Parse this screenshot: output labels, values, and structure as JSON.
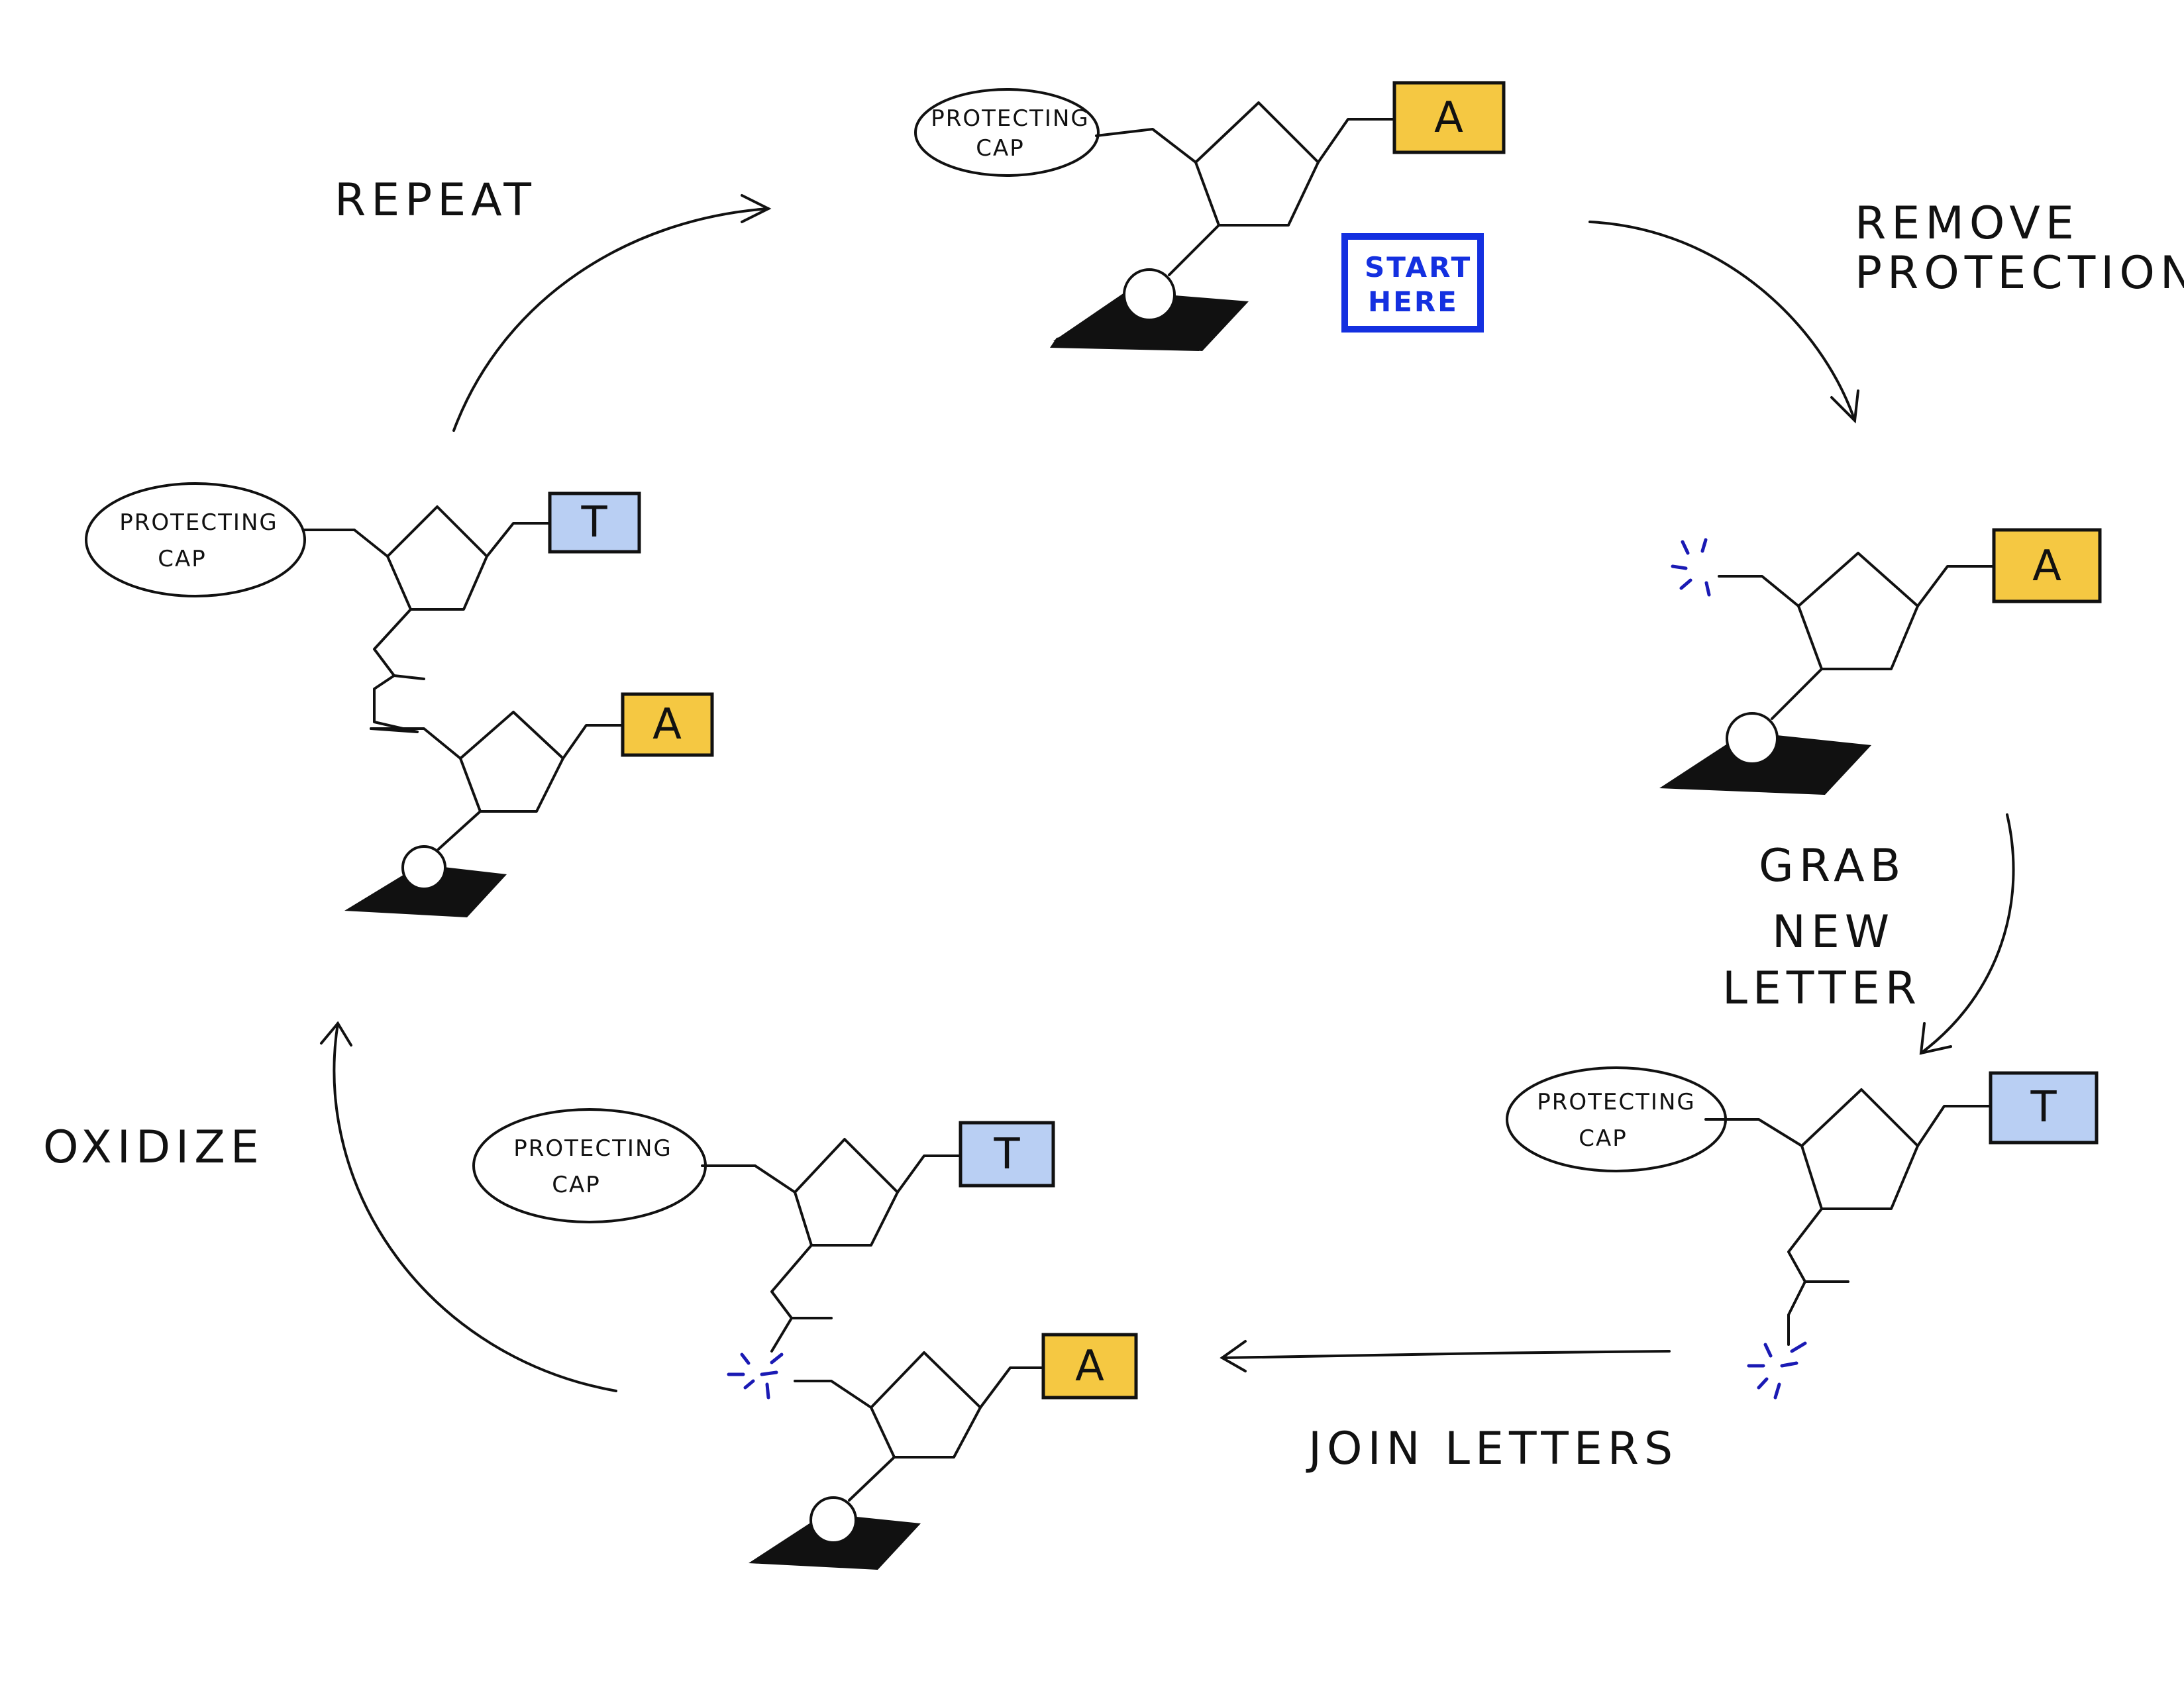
{
  "diagram": {
    "cap_text_line1": "PROTECTING",
    "cap_text_line2": "CAP",
    "start_label_line1": "START",
    "start_label_line2": "HERE",
    "steps": {
      "remove_line1": "REMOVE",
      "remove_line2": "PROTECTION",
      "grab_line1": "GRAB",
      "grab_line2": "NEW",
      "grab_line3": "LETTER",
      "join": "JOIN LETTERS",
      "oxidize": "OXIDIZE",
      "repeat": "REPEAT"
    },
    "letters": {
      "start_base": "A",
      "deprotected_base": "A",
      "new_letter": "T",
      "joined_top": "T",
      "joined_bottom": "A",
      "oxidized_top": "T",
      "oxidized_bottom": "A"
    },
    "colors": {
      "base_A": "#f5c842",
      "base_T": "#b9cff3",
      "start_box": "#1430e0",
      "spark": "#1a1ab4",
      "ink": "#111111"
    }
  }
}
